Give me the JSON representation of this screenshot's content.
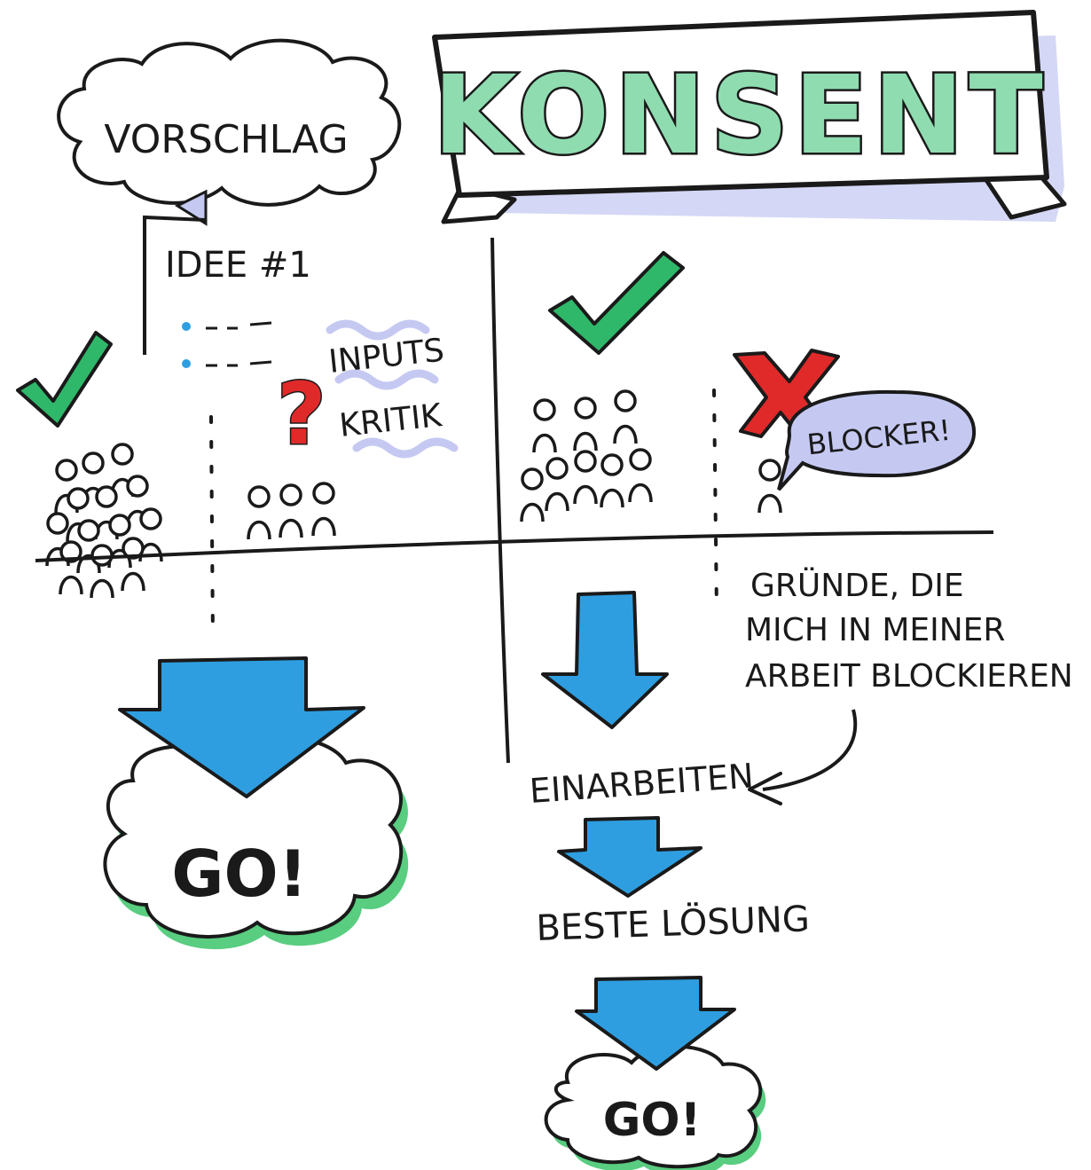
{
  "banner": {
    "title": "KONSENT",
    "fill_color": "#8fdcb0"
  },
  "vorschlag": {
    "label": "VORSCHLAG"
  },
  "idea_sheet": {
    "title": "IDEE #1"
  },
  "feedback": {
    "inputs": "INPUTS",
    "kritik": "KRITIK",
    "question_mark": "?"
  },
  "blocker": {
    "bubble": "BLOCKER!"
  },
  "reasons": {
    "line1": "GRÜNDE, DIE",
    "line2": "MICH IN MEINER",
    "line3": "ARBEIT BLOCKIEREN"
  },
  "flow": {
    "einarbeiten": "EINARBEITEN",
    "beste_loesung": "BESTE LÖSUNG"
  },
  "go_left": {
    "label": "GO!"
  },
  "go_right": {
    "label": "GO!"
  },
  "colors": {
    "arrow_blue": "#2e9ee0",
    "check_green": "#2fb86a",
    "cross_red": "#e02a2a",
    "shadow_purple": "#c5c9f2",
    "cloud_green": "#3cc46a",
    "ink": "#1a1a1a"
  },
  "icons": [
    "checkmark-icon",
    "question-icon",
    "cross-icon",
    "person-icon",
    "down-arrow-icon",
    "cloud-icon",
    "speech-bubble-icon"
  ]
}
